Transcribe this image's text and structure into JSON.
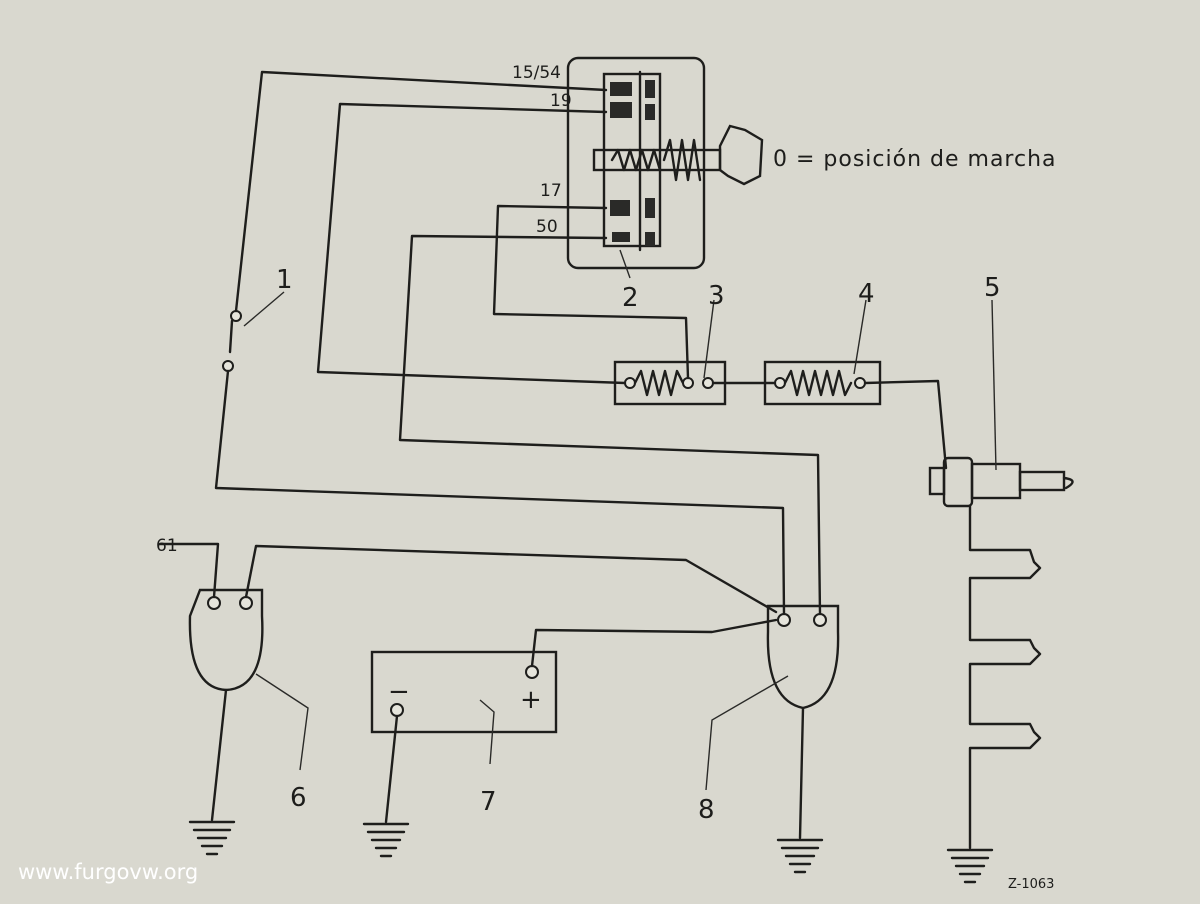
{
  "caption": "0 = posición de marcha",
  "watermark": "www.furgovw.org",
  "figure_ref": "Z-1063",
  "terminals": {
    "t15_54": "15/54",
    "t19": "19",
    "t17": "17",
    "t50": "50",
    "t61": "61"
  },
  "labels": {
    "n1": "1",
    "n2": "2",
    "n3": "3",
    "n4": "4",
    "n5": "5",
    "n6": "6",
    "n7": "7",
    "n8": "8"
  },
  "battery_signs": {
    "minus": "−",
    "plus": "+"
  },
  "colors": {
    "paper": "#d9d8cf",
    "ink": "#1e1e1c",
    "watermark": "#ffffff"
  }
}
